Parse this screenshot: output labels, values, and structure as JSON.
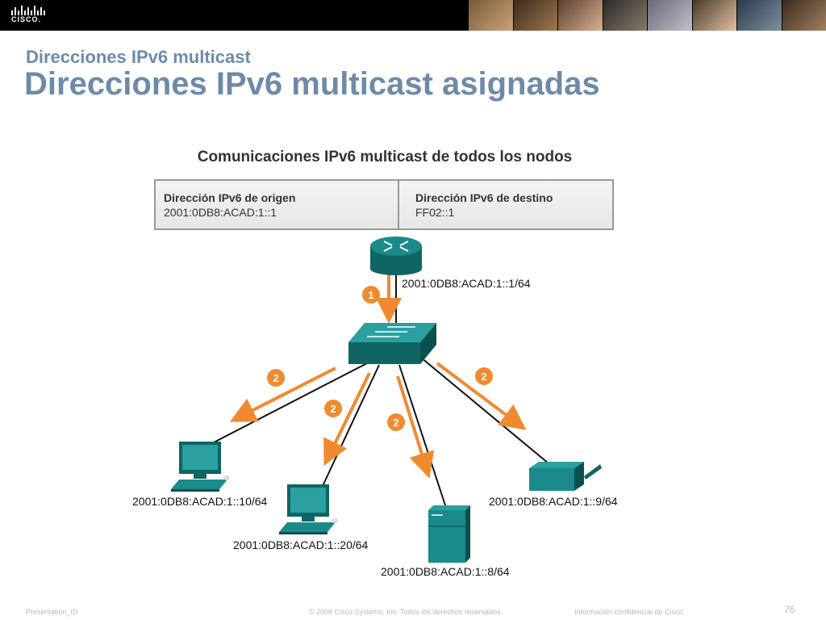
{
  "header": {
    "logo_text": "CISCO.",
    "subtitle": "Direcciones IPv6 multicast",
    "title": "Direcciones IPv6 multicast asignadas"
  },
  "diagram": {
    "heading": "Comunicaciones IPv6 multicast de todos los nodos",
    "source": {
      "label": "Dirección IPv6 de origen",
      "value": "2001:0DB8:ACAD:1::1"
    },
    "destination": {
      "label": "Dirección IPv6 de destino",
      "value": "FF02::1"
    },
    "router_address": "2001:0DB8:ACAD:1::1/64",
    "steps": [
      "1",
      "2",
      "2",
      "2",
      "2"
    ],
    "hosts": [
      {
        "id": "pc1",
        "address": "2001:0DB8:ACAD:1::10/64"
      },
      {
        "id": "pc2",
        "address": "2001:0DB8:ACAD:1::20/64"
      },
      {
        "id": "server",
        "address": "2001:0DB8:ACAD:1::8/64"
      },
      {
        "id": "printer",
        "address": "2001:0DB8:ACAD:1::9/64"
      }
    ],
    "colors": {
      "device": "#1a8a8a",
      "device_dark": "#0f6464",
      "arrow": "#f08a30",
      "badge": "#f08a30"
    }
  },
  "footer": {
    "presentation_id": "Presentation_ID",
    "copyright": "© 2008 Cisco Systems, Inc. Todos los derechos reservados.",
    "confidential": "Información confidencial de Cisco",
    "page_number": "76"
  }
}
